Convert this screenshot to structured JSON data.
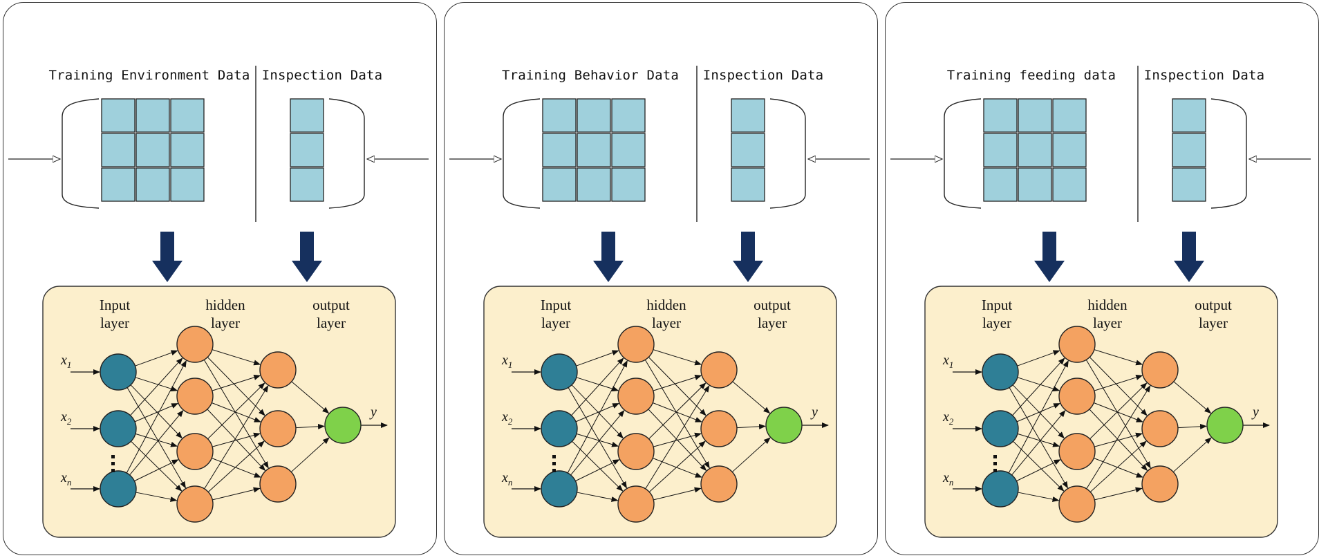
{
  "panels": [
    {
      "matrix_title": "Training Environment Data",
      "inspection_title": "Inspection Data",
      "input_layer": "Input layer",
      "hidden_layer": "hidden layer",
      "output_layer": "output layer",
      "inputs": [
        "x",
        "x",
        "x"
      ],
      "input_subscripts": [
        "1",
        "2",
        "n"
      ],
      "output": "y"
    },
    {
      "matrix_title": "Training Behavior Data",
      "inspection_title": "Inspection Data",
      "input_layer": "Input layer",
      "hidden_layer": "hidden layer",
      "output_layer": "output layer",
      "inputs": [
        "x",
        "x",
        "x"
      ],
      "input_subscripts": [
        "1",
        "2",
        "n"
      ],
      "output": "y"
    },
    {
      "matrix_title": "Training feeding data",
      "inspection_title": "Inspection Data",
      "input_layer": "Input layer",
      "hidden_layer": "hidden layer",
      "output_layer": "output layer",
      "inputs": [
        "x",
        "x",
        "x"
      ],
      "input_subscripts": [
        "1",
        "2",
        "n"
      ],
      "output": "y"
    }
  ],
  "colors": {
    "cell": "#9fd0dc",
    "nn_background": "#fcefcc",
    "input_node": "#2f7f96",
    "hidden_node": "#f4a261",
    "output_node": "#7fd14a",
    "down_arrow": "#16305e"
  }
}
